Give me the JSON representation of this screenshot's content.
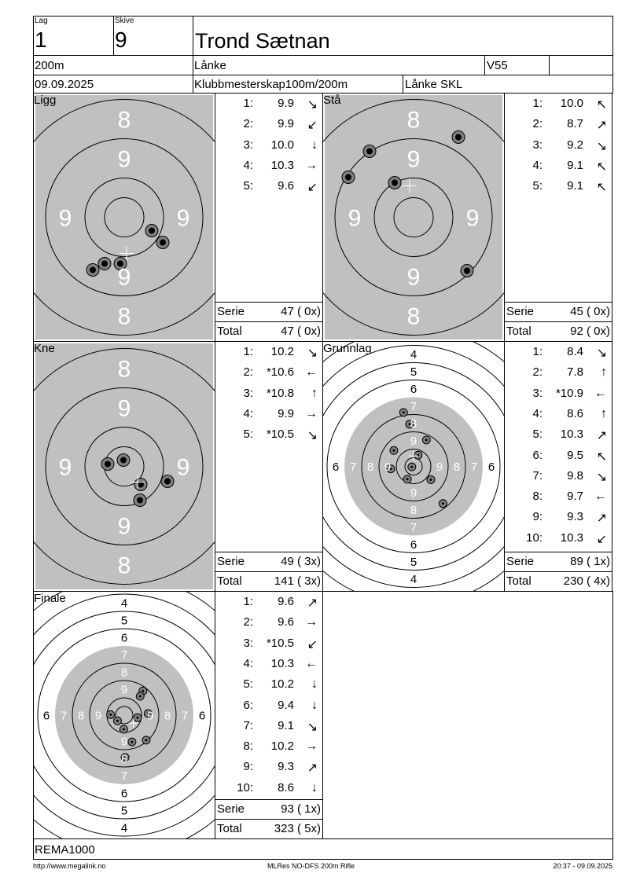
{
  "header": {
    "lag_label": "Lag",
    "lag": "1",
    "skive_label": "Skive",
    "skive": "9",
    "name": "Trond Sætnan",
    "distance": "200m",
    "club": "Lånke",
    "class": "V55",
    "extra": "",
    "date": "09.09.2025",
    "event": "Klubbmesterskap100m/200m",
    "organizer": "Lånke SKL"
  },
  "panels": [
    {
      "title": "Ligg",
      "target": "200m",
      "shots": [
        {
          "n": "1:",
          "v": "9.9",
          "a": "↘"
        },
        {
          "n": "2:",
          "v": "9.9",
          "a": "↙"
        },
        {
          "n": "3:",
          "v": "10.0",
          "a": "↓"
        },
        {
          "n": "4:",
          "v": "10.3",
          "a": "→"
        },
        {
          "n": "5:",
          "v": "9.6",
          "a": "↙"
        }
      ],
      "hits": [
        [
          0.7,
          0.34
        ],
        [
          0.98,
          0.64
        ],
        [
          -0.1,
          1.18
        ],
        [
          -0.5,
          1.18
        ],
        [
          -0.8,
          1.34
        ]
      ],
      "mpi": [
        0.06,
        0.92
      ],
      "serie_label": "Serie",
      "serie": "47 ( 0x)",
      "total_label": "Total",
      "total": "47 ( 0x)"
    },
    {
      "title": "Stå",
      "target": "200m",
      "shots": [
        {
          "n": "1:",
          "v": "10.0",
          "a": "↖"
        },
        {
          "n": "2:",
          "v": "8.7",
          "a": "↗"
        },
        {
          "n": "3:",
          "v": "9.2",
          "a": "↘"
        },
        {
          "n": "4:",
          "v": "9.1",
          "a": "↖"
        },
        {
          "n": "5:",
          "v": "9.1",
          "a": "↖"
        }
      ],
      "hits": [
        [
          1.14,
          -2.04
        ],
        [
          -1.12,
          -1.68
        ],
        [
          -1.66,
          -1.02
        ],
        [
          -0.48,
          -0.88
        ],
        [
          1.36,
          1.36
        ]
      ],
      "mpi": [
        -0.1,
        -0.8
      ],
      "serie_label": "Serie",
      "serie": "45 ( 0x)",
      "total_label": "Total",
      "total": "92 ( 0x)"
    },
    {
      "title": "Kne",
      "target": "200m",
      "shots": [
        {
          "n": "1:",
          "v": "10.2",
          "a": "↘"
        },
        {
          "n": "2:",
          "v": "*10.6",
          "a": "←"
        },
        {
          "n": "3:",
          "v": "*10.8",
          "a": "↑"
        },
        {
          "n": "4:",
          "v": "9.9",
          "a": "→"
        },
        {
          "n": "5:",
          "v": "*10.5",
          "a": "↘"
        }
      ],
      "hits": [
        [
          -0.42,
          -0.06
        ],
        [
          -0.02,
          -0.16
        ],
        [
          0.42,
          0.46
        ],
        [
          1.1,
          0.38
        ],
        [
          0.4,
          0.86
        ]
      ],
      "mpi": [
        0.34,
        0.4
      ],
      "serie_label": "Serie",
      "serie": "49 ( 3x)",
      "total_label": "Total",
      "total": "141 ( 3x)"
    },
    {
      "title": "Grunnlag",
      "target": "100m",
      "shots": [
        {
          "n": "1:",
          "v": "8.4",
          "a": "↘"
        },
        {
          "n": "2:",
          "v": "7.8",
          "a": "↑"
        },
        {
          "n": "3:",
          "v": "*10.9",
          "a": "←"
        },
        {
          "n": "4:",
          "v": "8.6",
          "a": "↑"
        },
        {
          "n": "5:",
          "v": "10.3",
          "a": "↗"
        },
        {
          "n": "6:",
          "v": "9.5",
          "a": "↖"
        },
        {
          "n": "7:",
          "v": "9.8",
          "a": "↘"
        },
        {
          "n": "8:",
          "v": "9.7",
          "a": "←"
        },
        {
          "n": "9:",
          "v": "9.3",
          "a": "↗"
        },
        {
          "n": "10:",
          "v": "10.3",
          "a": "↙"
        }
      ],
      "hits": [
        [
          -0.58,
          -3.12
        ],
        [
          -0.23,
          -2.44
        ],
        [
          0.74,
          -1.53
        ],
        [
          -1.14,
          -0.92
        ],
        [
          0.26,
          -0.65
        ],
        [
          -0.1,
          0.03
        ],
        [
          -1.32,
          0.14
        ],
        [
          -0.36,
          0.74
        ],
        [
          1.0,
          0.77
        ],
        [
          1.7,
          2.15
        ]
      ],
      "mpi": [
        0.0,
        -0.6
      ],
      "serie_label": "Serie",
      "serie": "89 ( 1x)",
      "total_label": "Total",
      "total": "230 ( 4x)"
    },
    {
      "title": "Finale",
      "target": "100m",
      "shots": [
        {
          "n": "1:",
          "v": "9.6",
          "a": "↗"
        },
        {
          "n": "2:",
          "v": "9.6",
          "a": "→"
        },
        {
          "n": "3:",
          "v": "*10.5",
          "a": "↙"
        },
        {
          "n": "4:",
          "v": "10.3",
          "a": "←"
        },
        {
          "n": "5:",
          "v": "10.2",
          "a": "↓"
        },
        {
          "n": "6:",
          "v": "9.4",
          "a": "↓"
        },
        {
          "n": "7:",
          "v": "9.1",
          "a": "↘"
        },
        {
          "n": "8:",
          "v": "10.2",
          "a": "→"
        },
        {
          "n": "9:",
          "v": "9.3",
          "a": "↗"
        },
        {
          "n": "10:",
          "v": "8.6",
          "a": "↓"
        }
      ],
      "hits": [
        [
          1.08,
          -1.4
        ],
        [
          0.92,
          -1.09
        ],
        [
          -0.79,
          -0.03
        ],
        [
          -0.39,
          0.33
        ],
        [
          0.77,
          0.15
        ],
        [
          1.38,
          -0.09
        ],
        [
          -0.03,
          0.82
        ],
        [
          0.45,
          1.55
        ],
        [
          1.27,
          1.45
        ],
        [
          0.05,
          2.45
        ]
      ],
      "mpi": [
        0.53,
        0.46
      ],
      "serie_label": "Serie",
      "serie": "93 ( 1x)",
      "total_label": "Total",
      "total": "323 ( 5x)"
    }
  ],
  "sponsor": "REMA1000",
  "footer": {
    "left": "http://www.megalink.no",
    "center": "MLRes NO-DFS 200m Rifle",
    "right": "20:37 - 09.09.2025"
  },
  "colors": {
    "target_gray": "#c0c0c0",
    "hit_gray": "#808080"
  }
}
